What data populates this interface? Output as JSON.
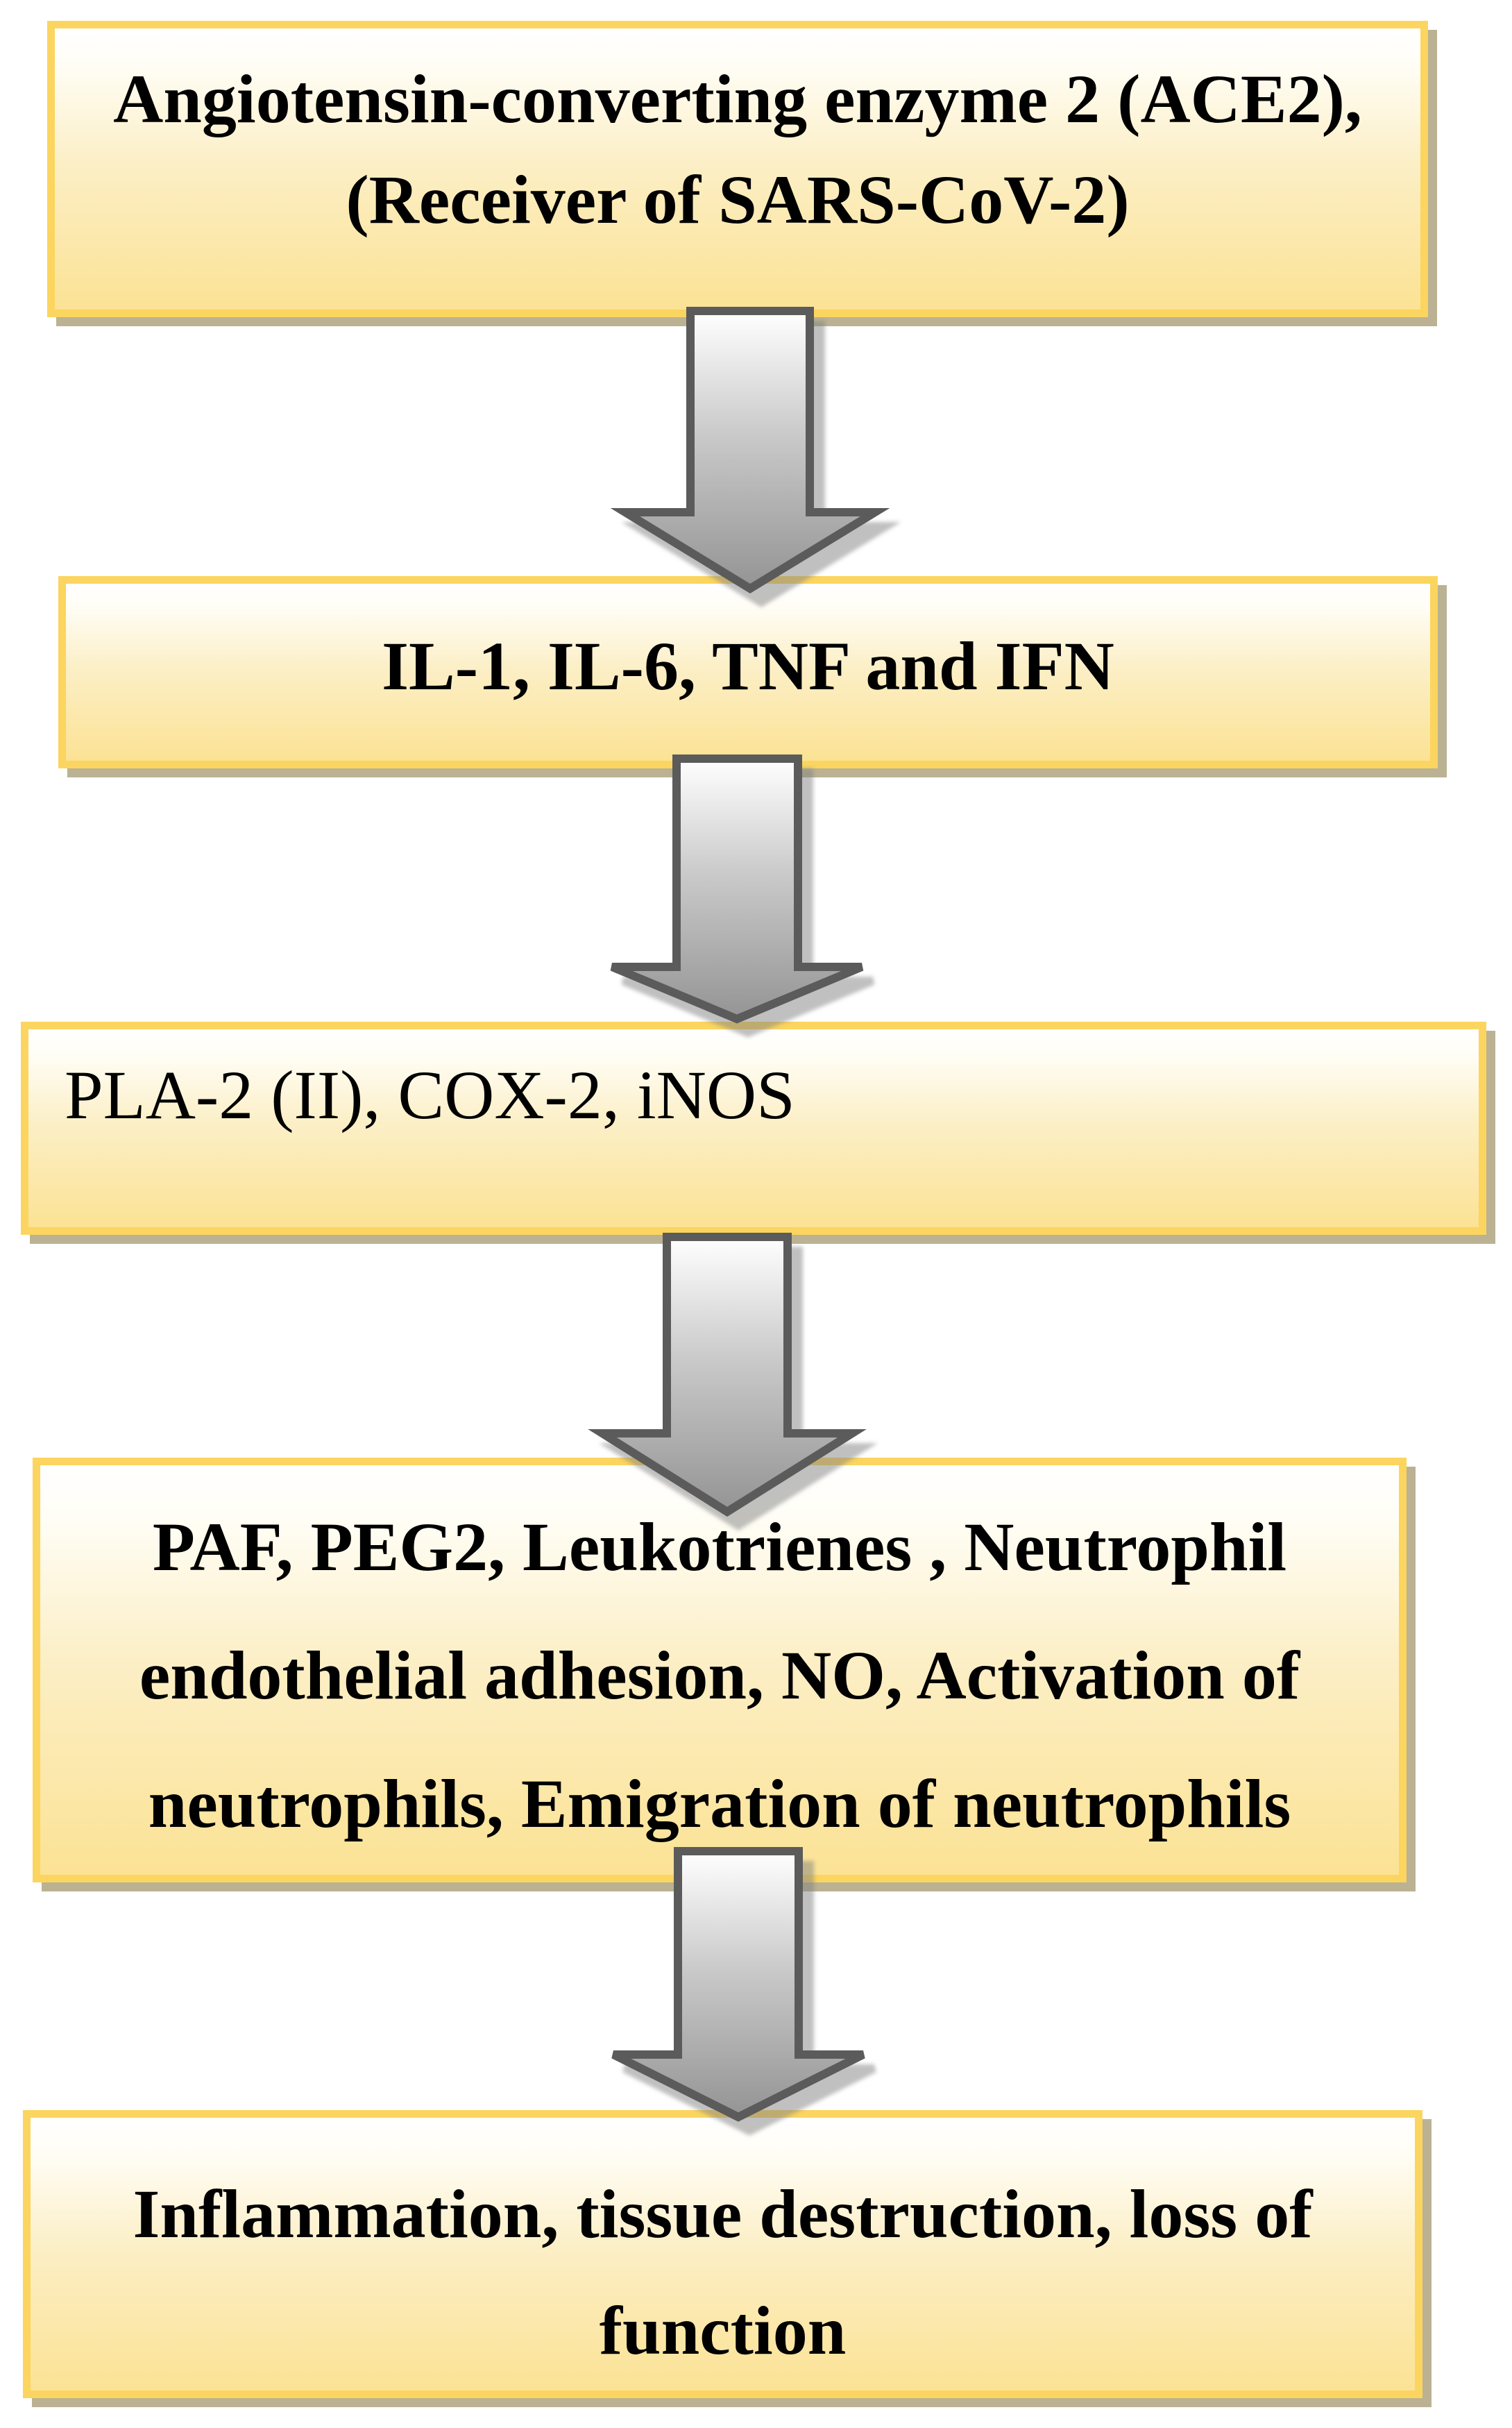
{
  "diagram": {
    "title_present": false,
    "boxes": [
      {
        "id": "ace2",
        "lines": [
          "Angiotensin-converting enzyme 2 (ACE2),",
          "(Receiver of SARS-CoV-2)"
        ]
      },
      {
        "id": "cytokines",
        "lines": [
          "IL-1, IL-6, TNF and IFN"
        ]
      },
      {
        "id": "enzymes",
        "lines": [
          "PLA-2 (II), COX-2, iNOS"
        ]
      },
      {
        "id": "mediators",
        "lines": [
          "PAF, PEG2, Leukotrienes , Neutrophil",
          "endothelial adhesion, NO, Activation of",
          "neutrophils, Emigration of neutrophils"
        ]
      },
      {
        "id": "outcome",
        "lines": [
          "Inflammation, tissue destruction, loss of",
          "function"
        ]
      }
    ],
    "arrows": [
      {
        "from": "ace2",
        "to": "cytokines",
        "direction": "down"
      },
      {
        "from": "cytokines",
        "to": "enzymes",
        "direction": "down"
      },
      {
        "from": "enzymes",
        "to": "mediators",
        "direction": "down"
      },
      {
        "from": "mediators",
        "to": "outcome",
        "direction": "down"
      }
    ],
    "colors": {
      "box_border_gold": "#FBD55F",
      "box_fill_top": "#FFFFFF",
      "box_fill_bottom": "#FBE294",
      "box_shadow_tan": "#B9AC7C",
      "arrow_outline_gray": "#5B5B5B",
      "arrow_fill_top": "#FFFFFF",
      "arrow_fill_bottom": "#949494",
      "text_color": "#000000"
    }
  }
}
